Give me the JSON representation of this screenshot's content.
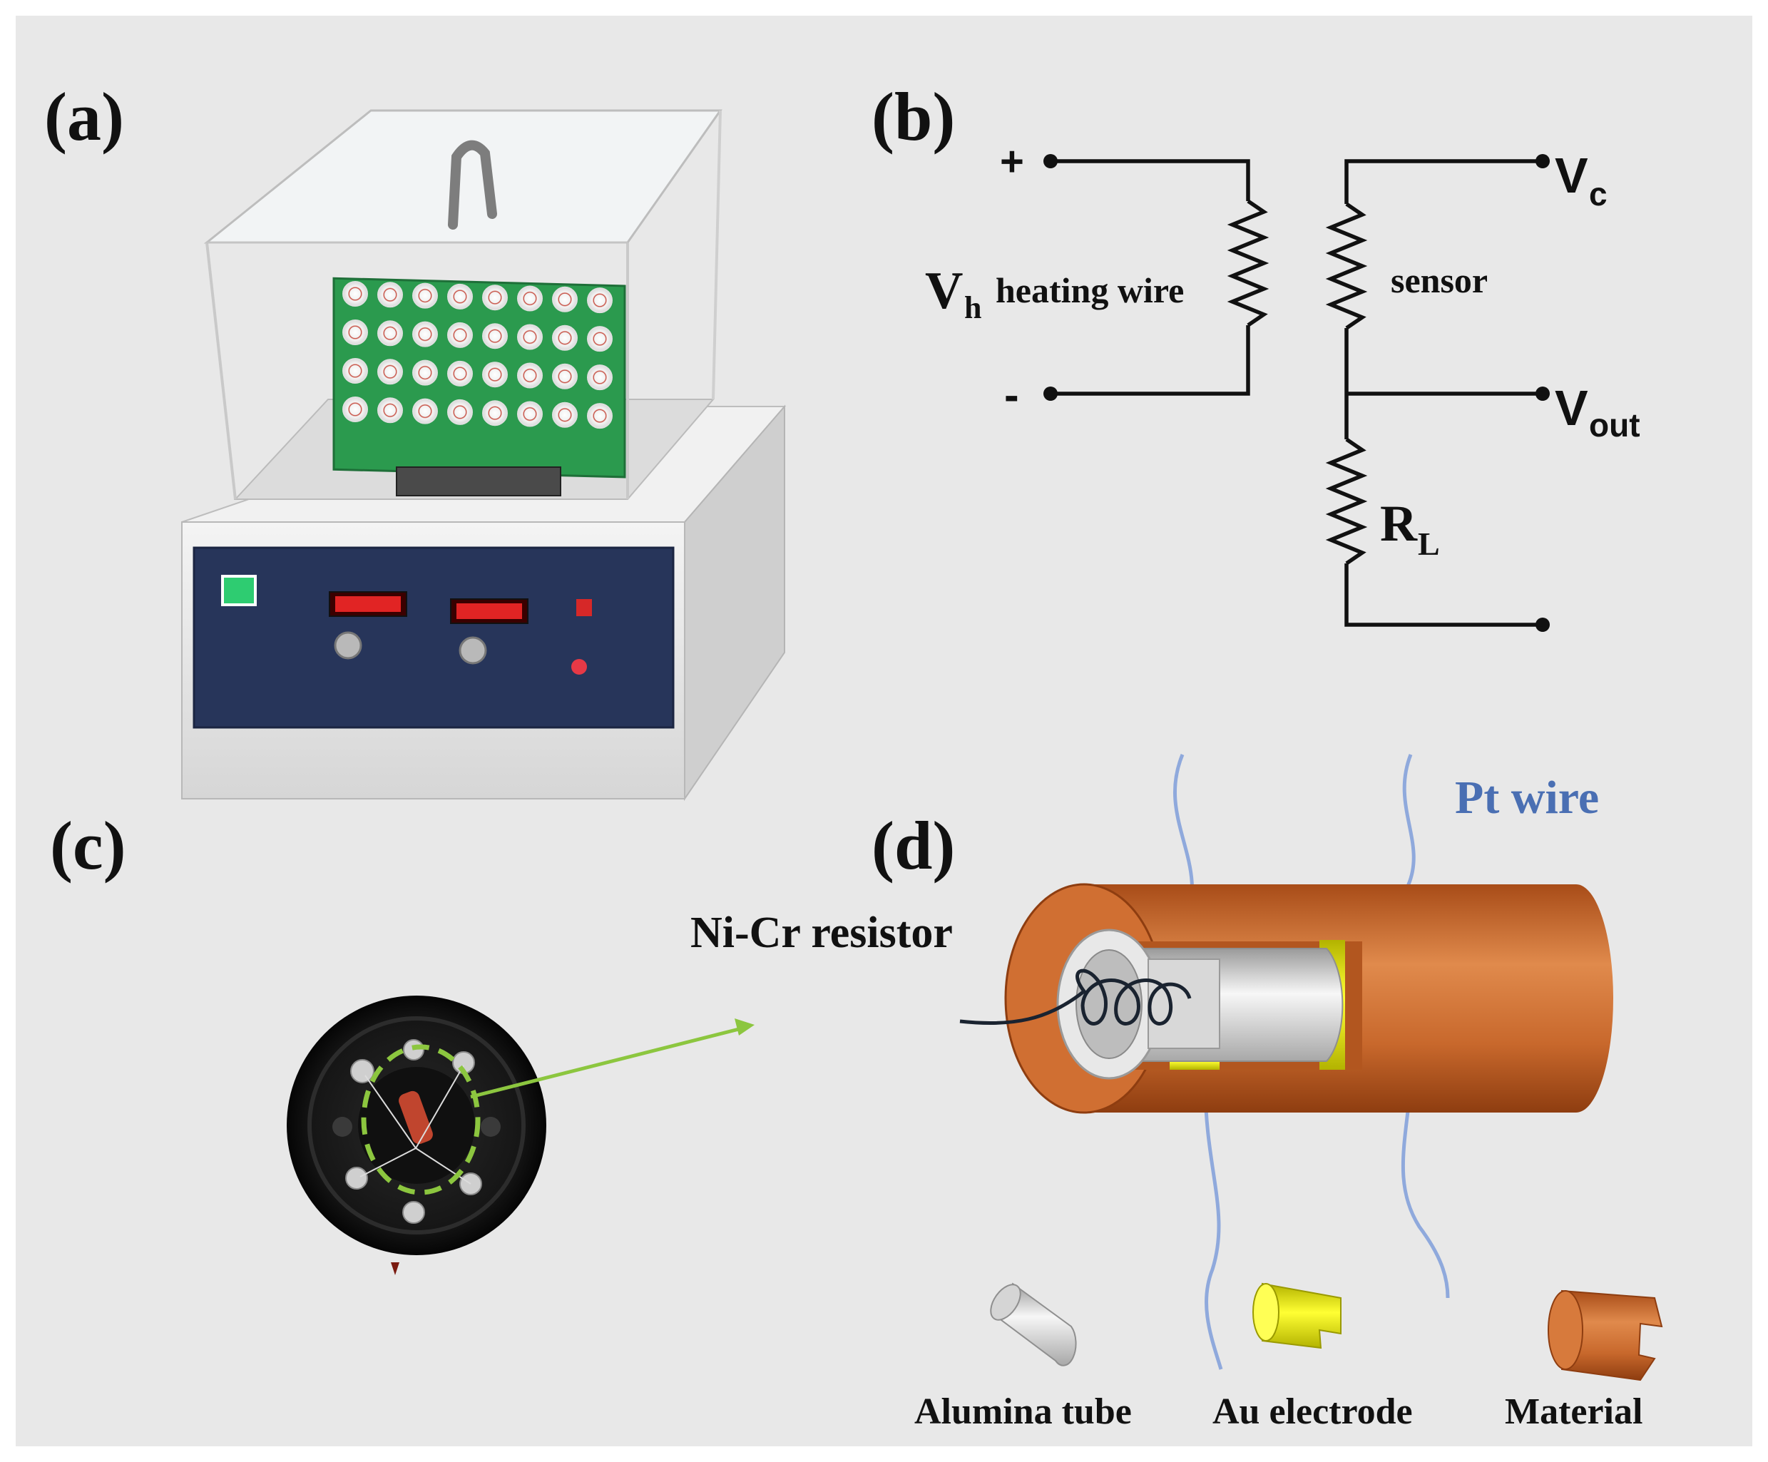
{
  "figure": {
    "background": "#e8e8e8",
    "accent_green": "#8cc63f",
    "pt_wire_color": "#8fa9dc",
    "material_color": "#c8682c",
    "electrode_color": "#e6e600"
  },
  "panels": {
    "a": {
      "label": "(a)"
    },
    "b": {
      "label": "(b)",
      "plus": "+",
      "minus": "-",
      "vh_main": "V",
      "vh_sub": "h",
      "heating_wire": "heating wire",
      "sensor": "sensor",
      "vc_main": "V",
      "vc_sub": "c",
      "vout_main": "V",
      "vout_sub": "out",
      "rl_main": "R",
      "rl_sub": "L"
    },
    "c": {
      "label": "(c)"
    },
    "d": {
      "label": "(d)",
      "nicr": "Ni-Cr resistor",
      "pt_wire": "Pt wire",
      "legend": [
        "Alumina tube",
        "Au electrode",
        "Material"
      ]
    }
  }
}
